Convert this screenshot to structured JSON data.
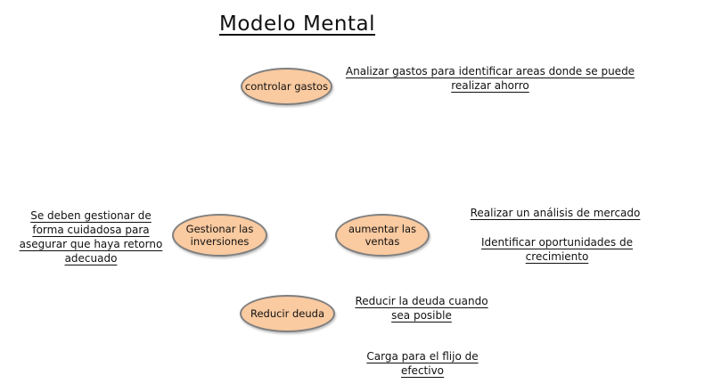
{
  "title": "Modelo Mental",
  "colors": {
    "node_fill": "#FACAA0",
    "node_border": "#7F7F7F",
    "text": "#111111",
    "background": "#FFFFFF"
  },
  "nodes": {
    "controlar_gastos": {
      "label": "controlar gastos"
    },
    "gestionar_inversiones": {
      "label": "Gestionar las\ninversiones"
    },
    "aumentar_ventas": {
      "label": "aumentar las\nventas"
    },
    "reducir_deuda": {
      "label": "Reducir deuda"
    }
  },
  "notes": {
    "analizar_gastos": {
      "text": "Analizar gastos para identificar areas donde se puede\nrealizar ahorro"
    },
    "gestionar_cuidadosa": {
      "text": "Se deben gestionar de\nforma cuidadosa para\nasegurar que haya retorno\nadecuado"
    },
    "analisis_mercado": {
      "text": "Realizar un análisis de mercado"
    },
    "oportunidades_crecimiento": {
      "text": "Identificar oportunidades de\ncrecimiento"
    },
    "reducir_cuando_posible": {
      "text": "Reducir la deuda cuando\nsea posible"
    },
    "carga_flujo": {
      "text": "Carga para el flijo de\nefectivo"
    }
  }
}
